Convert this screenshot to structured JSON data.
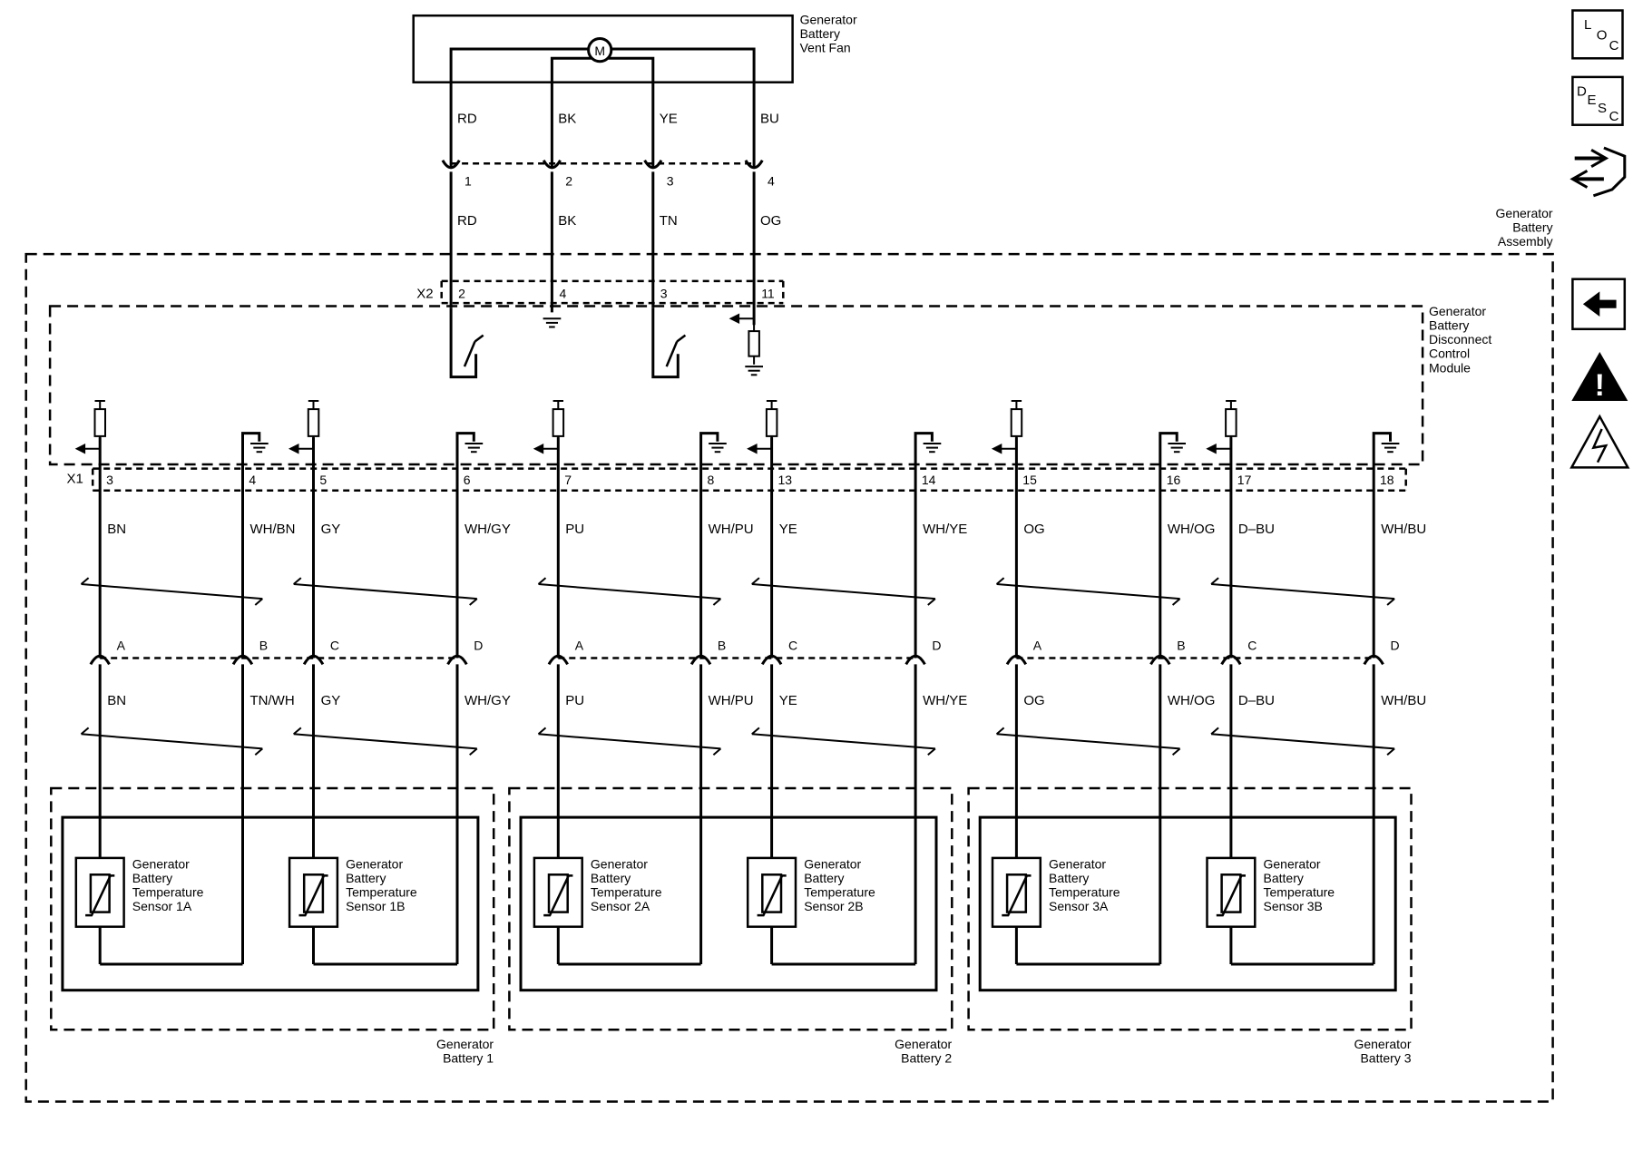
{
  "fan": {
    "label_lines": [
      "Generator",
      "Battery",
      "Vent Fan"
    ],
    "motor_symbol": "M",
    "wire_colors": [
      "RD",
      "BK",
      "YE",
      "BU"
    ],
    "connector_pins": [
      "1",
      "2",
      "3",
      "4"
    ],
    "harness_colors": [
      "RD",
      "BK",
      "TN",
      "OG"
    ]
  },
  "assembly": {
    "label_lines": [
      "Generator",
      "Battery",
      "Assembly"
    ]
  },
  "module": {
    "label_lines": [
      "Generator",
      "Battery",
      "Disconnect",
      "Control",
      "Module"
    ],
    "x2": {
      "name": "X2",
      "pins": [
        "2",
        "4",
        "3",
        "11"
      ]
    },
    "x1": {
      "name": "X1",
      "pins": [
        "3",
        "4",
        "5",
        "6",
        "7",
        "8",
        "13",
        "14",
        "15",
        "16",
        "17",
        "18"
      ]
    }
  },
  "harness_upper_colors": [
    "BN",
    "WH/BN",
    "GY",
    "WH/GY",
    "PU",
    "WH/PU",
    "YE",
    "WH/YE",
    "OG",
    "WH/OG",
    "D–BU",
    "WH/BU"
  ],
  "harness_lower_colors": [
    "BN",
    "TN/WH",
    "GY",
    "WH/GY",
    "PU",
    "WH/PU",
    "YE",
    "WH/YE",
    "OG",
    "WH/OG",
    "D–BU",
    "WH/BU"
  ],
  "inline_pins": [
    "A",
    "B",
    "C",
    "D",
    "A",
    "B",
    "C",
    "D",
    "A",
    "B",
    "C",
    "D"
  ],
  "batteries": [
    {
      "label_lines": [
        "Generator",
        "Battery 1"
      ],
      "sensors": [
        [
          "Generator",
          "Battery",
          "Temperature",
          "Sensor 1A"
        ],
        [
          "Generator",
          "Battery",
          "Temperature",
          "Sensor 1B"
        ]
      ]
    },
    {
      "label_lines": [
        "Generator",
        "Battery 2"
      ],
      "sensors": [
        [
          "Generator",
          "Battery",
          "Temperature",
          "Sensor 2A"
        ],
        [
          "Generator",
          "Battery",
          "Temperature",
          "Sensor 2B"
        ]
      ]
    },
    {
      "label_lines": [
        "Generator",
        "Battery 3"
      ],
      "sensors": [
        [
          "Generator",
          "Battery",
          "Temperature",
          "Sensor 3A"
        ],
        [
          "Generator",
          "Battery",
          "Temperature",
          "Sensor 3B"
        ]
      ]
    }
  ],
  "side_icons": {
    "loc": [
      "L",
      "O",
      "C"
    ],
    "desc": [
      "D",
      "E",
      "S",
      "C"
    ],
    "names": [
      "location-icon",
      "description-icon",
      "connector-repair-icon",
      "back-arrow-icon",
      "warning-icon",
      "electrical-hazard-icon"
    ]
  }
}
